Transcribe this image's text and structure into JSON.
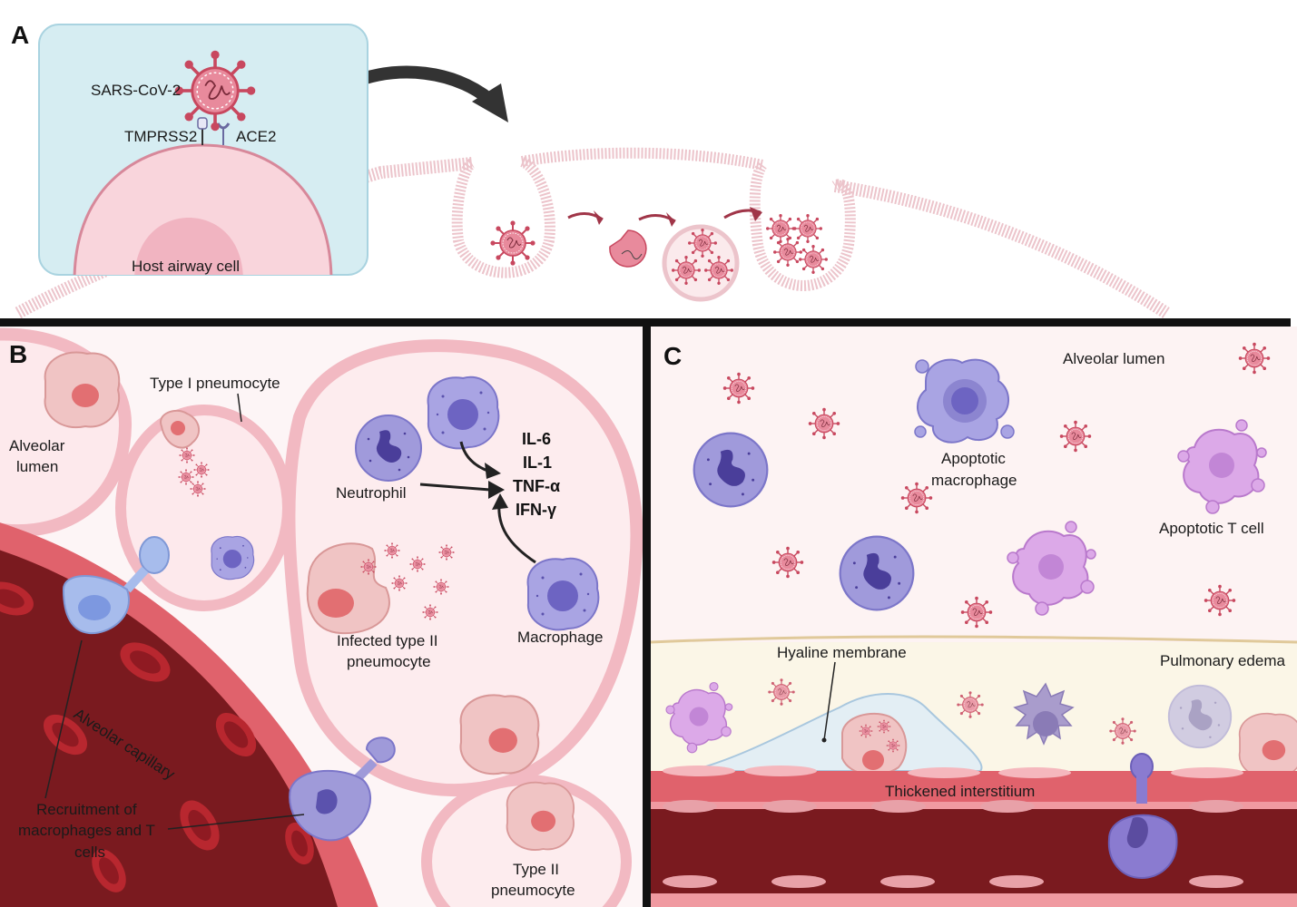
{
  "panel_a": {
    "letter": "A",
    "virus_label": "SARS-CoV-2",
    "tmprss2_label": "TMPRSS2",
    "ace2_label": "ACE2",
    "host_cell_label": "Host airway cell"
  },
  "panel_b": {
    "letter": "B",
    "alveolar_lumen_line1": "Alveolar",
    "alveolar_lumen_line2": "lumen",
    "type1_label": "Type I pneumocyte",
    "neutrophil_label": "Neutrophil",
    "cytokines": [
      "IL-6",
      "IL-1",
      "TNF-α",
      "IFN-γ"
    ],
    "infected_line1": "Infected type II",
    "infected_line2": "pneumocyte",
    "macrophage_label": "Macrophage",
    "capillary_label": "Alveolar capillary",
    "recruit_line1": "Recruitment of",
    "recruit_line2": "macrophages and T",
    "recruit_line3": "cells",
    "type2_line1": "Type II",
    "type2_line2": "pneumocyte"
  },
  "panel_c": {
    "letter": "C",
    "alveolar_lumen": "Alveolar lumen",
    "apoptotic_mac_line1": "Apoptotic",
    "apoptotic_mac_line2": "macrophage",
    "apoptotic_t": "Apoptotic T cell",
    "hyaline": "Hyaline membrane",
    "edema": "Pulmonary edema",
    "interstitium": "Thickened interstitium"
  },
  "colors": {
    "virus": "#e57f93",
    "cell_pink": "#f7d3da",
    "membrane": "#e8b7c0",
    "blood": "#7a1a1f",
    "rbc": "#b8272f",
    "immune_purple": "#9f9ad9",
    "apoptotic_violet": "#d6a3e3",
    "box_blue": "#d6edf2"
  }
}
